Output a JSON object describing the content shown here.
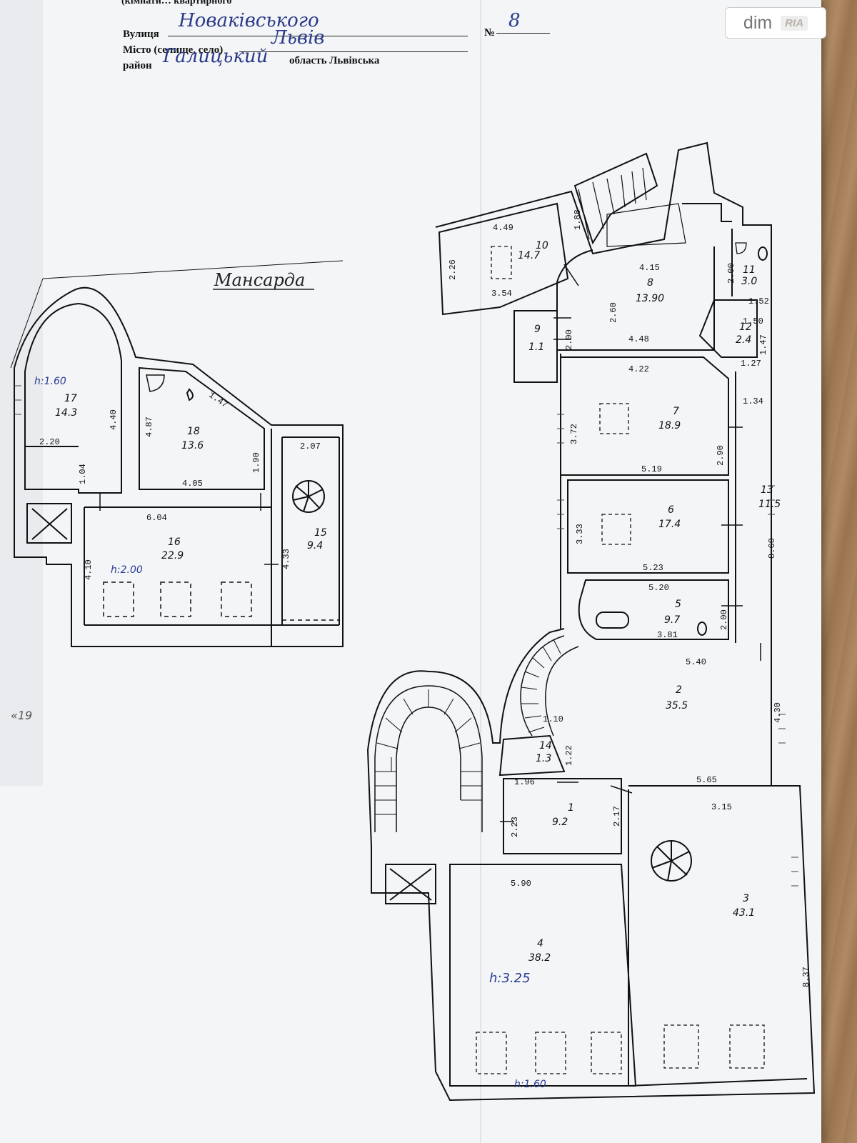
{
  "header": {
    "top_line": "(кімнати… квартирного",
    "street_label": "Вулиця",
    "street_value": "Новаківського",
    "city_label": "Місто (селище, село)",
    "city_value": "Львів",
    "district_label": "район",
    "district_value": "Галицький",
    "region_label": "область  Львівська",
    "number_label": "№",
    "number_value": "8"
  },
  "badge": {
    "text": "dim",
    "brand": "RIA"
  },
  "mansard": {
    "title": "Мансарда",
    "height_note_1": "h:1.60",
    "height_note_2": "h:2.00",
    "rooms": [
      {
        "id": "17",
        "area": "14.3"
      },
      {
        "id": "18",
        "area": "13.6"
      },
      {
        "id": "15",
        "area": "9.4"
      },
      {
        "id": "16",
        "area": "22.9"
      }
    ],
    "dims": [
      "4.40",
      "2.20",
      "1.04",
      "4.87",
      "1.47",
      "1.90",
      "4.05",
      "2.07",
      "6.04",
      "4.10",
      "4.33"
    ]
  },
  "margin_mark": "«19",
  "main_floor": {
    "height_note_1": "h:3.25",
    "height_note_2": "h:1.60",
    "rooms": [
      {
        "id": "10",
        "area": "14.7"
      },
      {
        "id": "8",
        "area": "13.90"
      },
      {
        "id": "11",
        "area": "3.0"
      },
      {
        "id": "9",
        "area": "1.1"
      },
      {
        "id": "12",
        "area": "2.4"
      },
      {
        "id": "7",
        "area": "18.9"
      },
      {
        "id": "6",
        "area": "17.4"
      },
      {
        "id": "13",
        "area": "11.5"
      },
      {
        "id": "5",
        "area": "9.7"
      },
      {
        "id": "2",
        "area": "35.5"
      },
      {
        "id": "14",
        "area": "1.3"
      },
      {
        "id": "1",
        "area": "9.2"
      },
      {
        "id": "3",
        "area": "43.1"
      },
      {
        "id": "4",
        "area": "38.2"
      }
    ],
    "dims": [
      "4.49",
      "1.88",
      "2.26",
      "3.54",
      "4.15",
      "2.60",
      "4.48",
      "2.00",
      "2.00",
      "1.52",
      "1.50",
      "1.47",
      "1.27",
      "4.22",
      "1.34",
      "3.72",
      "5.19",
      "2.90",
      "3.33",
      "5.23",
      "8.60",
      "5.20",
      "2.00",
      "3.81",
      "5.40",
      "1.10",
      "1.22",
      "4.30",
      "1.96",
      "5.65",
      "2.23",
      "2.17",
      "3.15",
      "5.90",
      "8.37"
    ]
  },
  "colors": {
    "ink": "#111111",
    "blue_ink": "#283c92",
    "paper": "#f4f5f7",
    "wood": "#a9845e"
  }
}
